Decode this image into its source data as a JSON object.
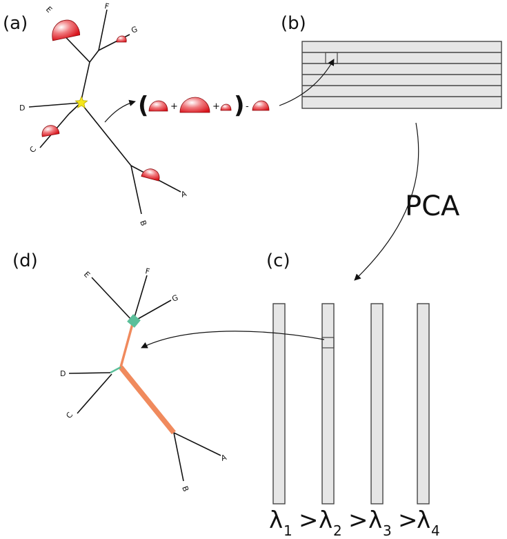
{
  "panels": {
    "a": "(a)",
    "b": "(b)",
    "c": "(c)",
    "d": "(d)"
  },
  "leaves": [
    "A",
    "B",
    "C",
    "D",
    "E",
    "F",
    "G"
  ],
  "formula": {
    "open": "(",
    "plus1": "+",
    "plus2": "+",
    "close": ")",
    "minus": "-"
  },
  "pca_label": "PCA",
  "eigenvalues": {
    "l1": "λ",
    "s1": "1",
    "l2": "λ",
    "s2": "2",
    "l3": "λ",
    "s3": "3",
    "l4": "λ",
    "s4": "4",
    "gt": ">"
  },
  "colors": {
    "blob": "#e8202a",
    "star": "#f5e61a",
    "matrix_fill": "#e6e6e6",
    "green_branch": "#5bbf9a",
    "orange_branch": "#f08a5d"
  }
}
